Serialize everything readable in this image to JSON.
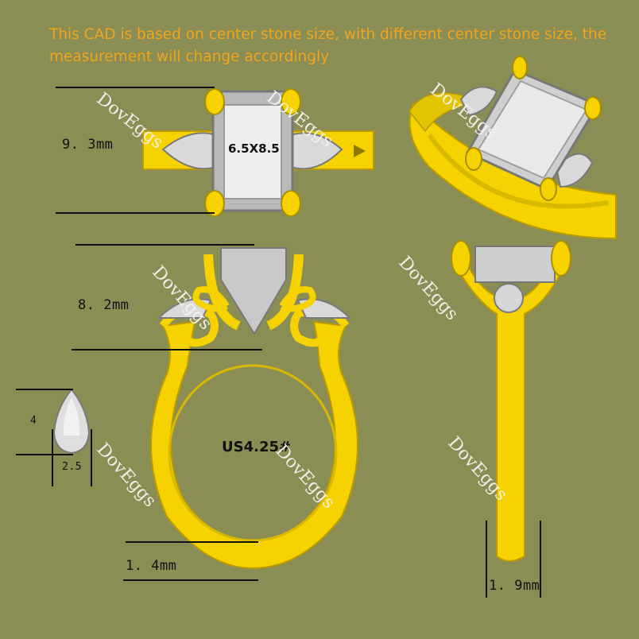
{
  "note": {
    "line1": "This CAD is based on center stone size, with different center stone size, the",
    "line2": "measurement will change accordingly"
  },
  "dimensions": {
    "top_width": "9. 3mm",
    "center_stone": "6.5X8.5",
    "height": "8. 2mm",
    "side_stone_length": "4",
    "side_stone_width": "2.5",
    "ring_size": "US4.25#",
    "band_width_front": "1. 4mm",
    "band_width_side": "1. 9mm"
  },
  "watermark": "DovEggs",
  "colors": {
    "background": "#8a8e55",
    "metal": "#f5d200",
    "metal_shadow": "#c9a900",
    "stone": "#d8d8d8",
    "stone_shadow": "#8c8c8c",
    "note_text": "#f2a51c"
  }
}
